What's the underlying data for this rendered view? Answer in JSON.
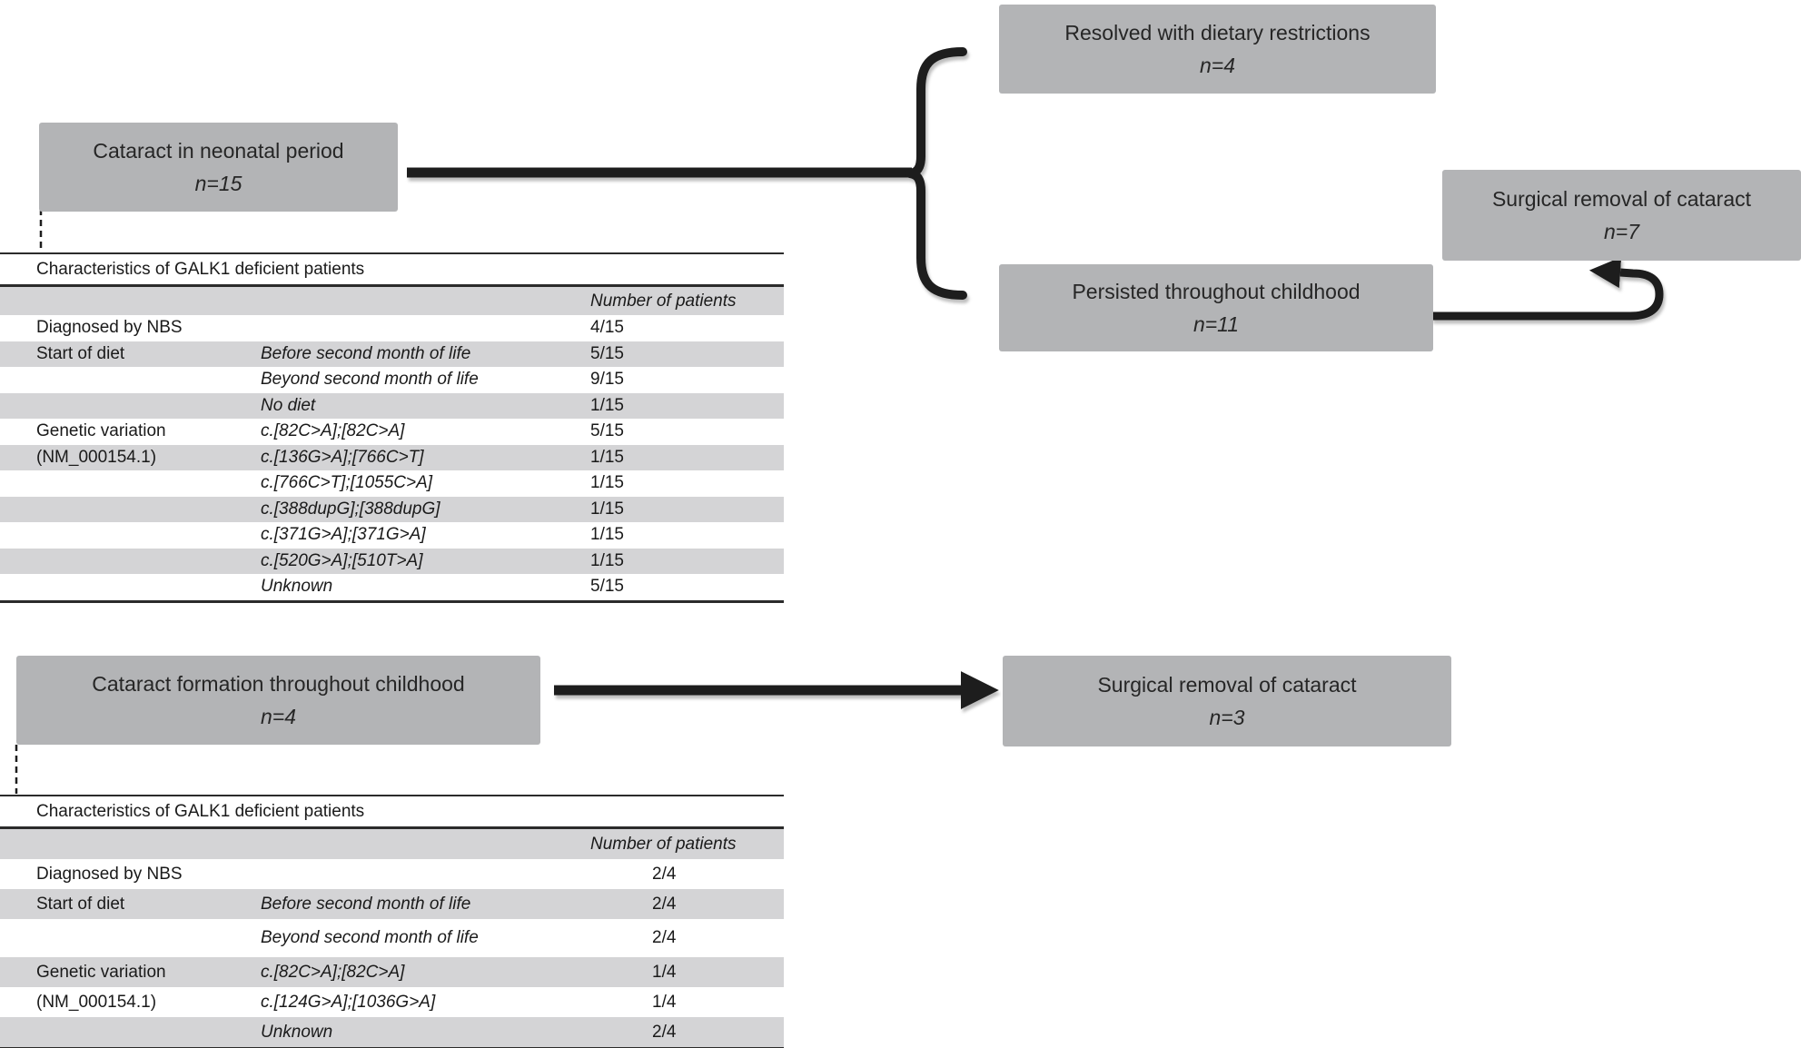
{
  "flow": {
    "neonatal_box": {
      "label": "Cataract in neonatal period",
      "n": "n=15"
    },
    "resolved_box": {
      "label": "Resolved with dietary restrictions",
      "n": "n=4"
    },
    "surgical7_box": {
      "label": "Surgical removal of cataract",
      "n": "n=7"
    },
    "persisted_box": {
      "label": "Persisted throughout childhood",
      "n": "n=11"
    },
    "childhood_box": {
      "label": "Cataract formation throughout childhood",
      "n": "n=4"
    },
    "surgical3_box": {
      "label": "Surgical removal of cataract",
      "n": "n=3"
    }
  },
  "tables": [
    {
      "title": "Characteristics of GALK1 deficient patients",
      "value_header": "Number of patients",
      "rows": [
        {
          "c1": "Diagnosed by NBS",
          "c2": "",
          "c3": "4/15",
          "shade": "white"
        },
        {
          "c1": "Start of diet",
          "c2": "Before second month of life",
          "c3": "5/15",
          "shade": "gray"
        },
        {
          "c1": "",
          "c2": "Beyond second month of life",
          "c3": "9/15",
          "shade": "white"
        },
        {
          "c1": "",
          "c2": "No diet",
          "c3": "1/15",
          "shade": "gray"
        },
        {
          "c1": "Genetic variation",
          "c2": "c.[82C>A];[82C>A]",
          "c3": "5/15",
          "shade": "white"
        },
        {
          "c1": "(NM_000154.1)",
          "c2": "c.[136G>A];[766C>T]",
          "c3": "1/15",
          "shade": "gray"
        },
        {
          "c1": "",
          "c2": "c.[766C>T];[1055C>A]",
          "c3": "1/15",
          "shade": "white"
        },
        {
          "c1": "",
          "c2": "c.[388dupG];[388dupG]",
          "c3": "1/15",
          "shade": "gray"
        },
        {
          "c1": "",
          "c2": "c.[371G>A];[371G>A]",
          "c3": "1/15",
          "shade": "white"
        },
        {
          "c1": "",
          "c2": "c.[520G>A];[510T>A]",
          "c3": "1/15",
          "shade": "gray"
        },
        {
          "c1": "",
          "c2": "Unknown",
          "c3": "5/15",
          "shade": "white"
        }
      ]
    },
    {
      "title": "Characteristics of GALK1 deficient patients",
      "value_header": "Number of patients",
      "rows": [
        {
          "c1": "Diagnosed by NBS",
          "c2": "",
          "c3": "2/4",
          "shade": "white"
        },
        {
          "c1": "Start of diet",
          "c2": "Before second month of life",
          "c3": "2/4",
          "shade": "gray"
        },
        {
          "c1": "",
          "c2": "Beyond second month of life",
          "c3": "2/4",
          "shade": "white tall"
        },
        {
          "c1": "Genetic variation",
          "c2": "c.[82C>A];[82C>A]",
          "c3": "1/4",
          "shade": "gray"
        },
        {
          "c1": "(NM_000154.1)",
          "c2": "c.[124G>A];[1036G>A]",
          "c3": "1/4",
          "shade": "white"
        },
        {
          "c1": "",
          "c2": "Unknown",
          "c3": "2/4",
          "shade": "gray"
        }
      ]
    }
  ],
  "colors": {
    "box_gray": "#b3b4b6",
    "row_gray": "#d4d4d6",
    "stroke": "#1d1d1d",
    "rule": "#2b2b2b"
  }
}
